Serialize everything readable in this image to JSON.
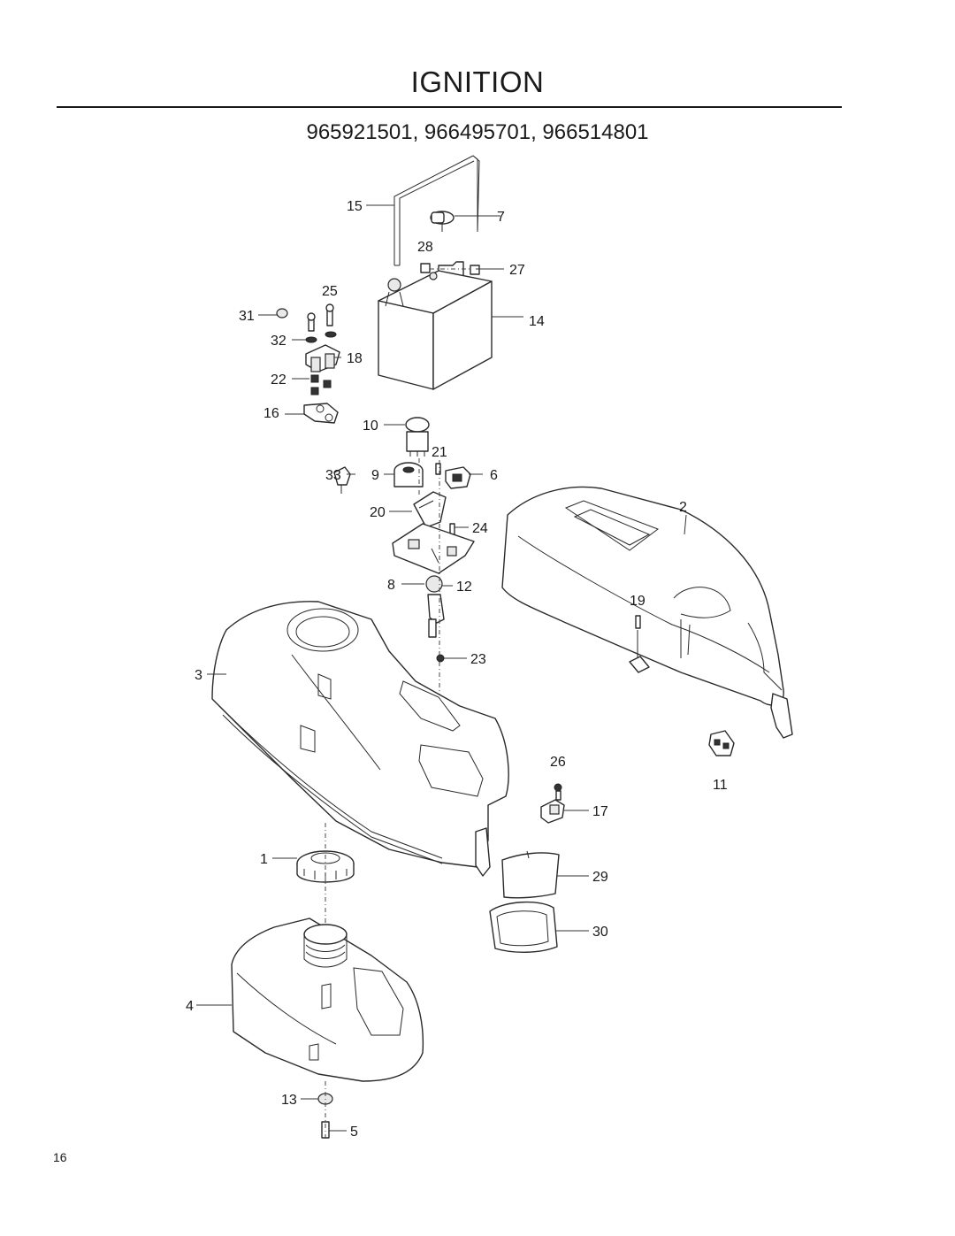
{
  "page": {
    "title": "IGNITION",
    "models": "965921501, 966495701, 966514801",
    "page_number": "16"
  },
  "callouts": {
    "c1": "1",
    "c2": "2",
    "c3": "3",
    "c4": "4",
    "c5": "5",
    "c6": "6",
    "c7": "7",
    "c8": "8",
    "c9": "9",
    "c10": "10",
    "c11": "11",
    "c12": "12",
    "c13": "13",
    "c14": "14",
    "c15": "15",
    "c16": "16",
    "c17": "17",
    "c18": "18",
    "c19": "19",
    "c20": "20",
    "c21": "21",
    "c22": "22",
    "c23": "23",
    "c24": "24",
    "c25": "25",
    "c26": "26",
    "c27": "27",
    "c28": "28",
    "c29": "29",
    "c30": "30",
    "c31": "31",
    "c32": "32",
    "c33": "33"
  }
}
